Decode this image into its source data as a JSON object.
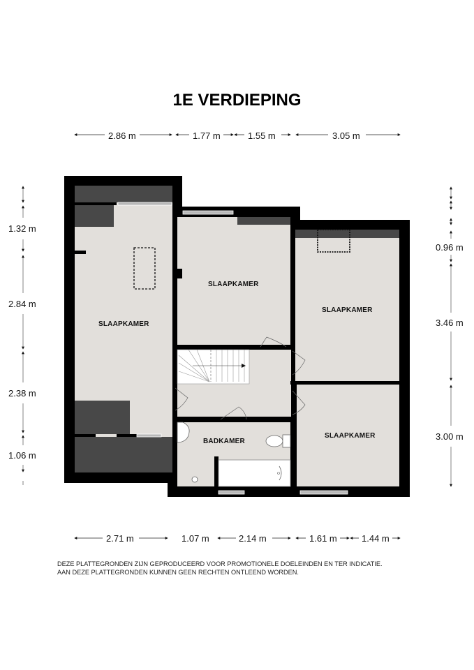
{
  "title": "1E VERDIEPING",
  "dimensions": {
    "top": [
      "2.86 m",
      "1.77 m",
      "1.55 m",
      "3.05 m"
    ],
    "bottom": [
      "2.71 m",
      "1.07 m",
      "2.14 m",
      "1.61 m",
      "1.44 m"
    ],
    "left": [
      "1.32 m",
      "2.84 m",
      "2.38 m",
      "1.06 m"
    ],
    "right": [
      "0.96 m",
      "3.46 m",
      "3.00 m"
    ]
  },
  "rooms": [
    {
      "label": "SLAAPKAMER"
    },
    {
      "label": "SLAAPKAMER"
    },
    {
      "label": "SLAAPKAMER"
    },
    {
      "label": "SLAAPKAMER"
    },
    {
      "label": "BADKAMER"
    }
  ],
  "colors": {
    "wall": "#000000",
    "floor": "#e2dfdb",
    "dark_zone": "#484848",
    "window": "#b8b8b8"
  },
  "disclaimer": {
    "line1": "DEZE PLATTEGRONDEN ZIJN GEPRODUCEERD VOOR PROMOTIONELE DOELEINDEN EN TER INDICATIE.",
    "line2": "AAN DEZE PLATTEGRONDEN KUNNEN GEEN RECHTEN ONTLEEND WORDEN."
  }
}
